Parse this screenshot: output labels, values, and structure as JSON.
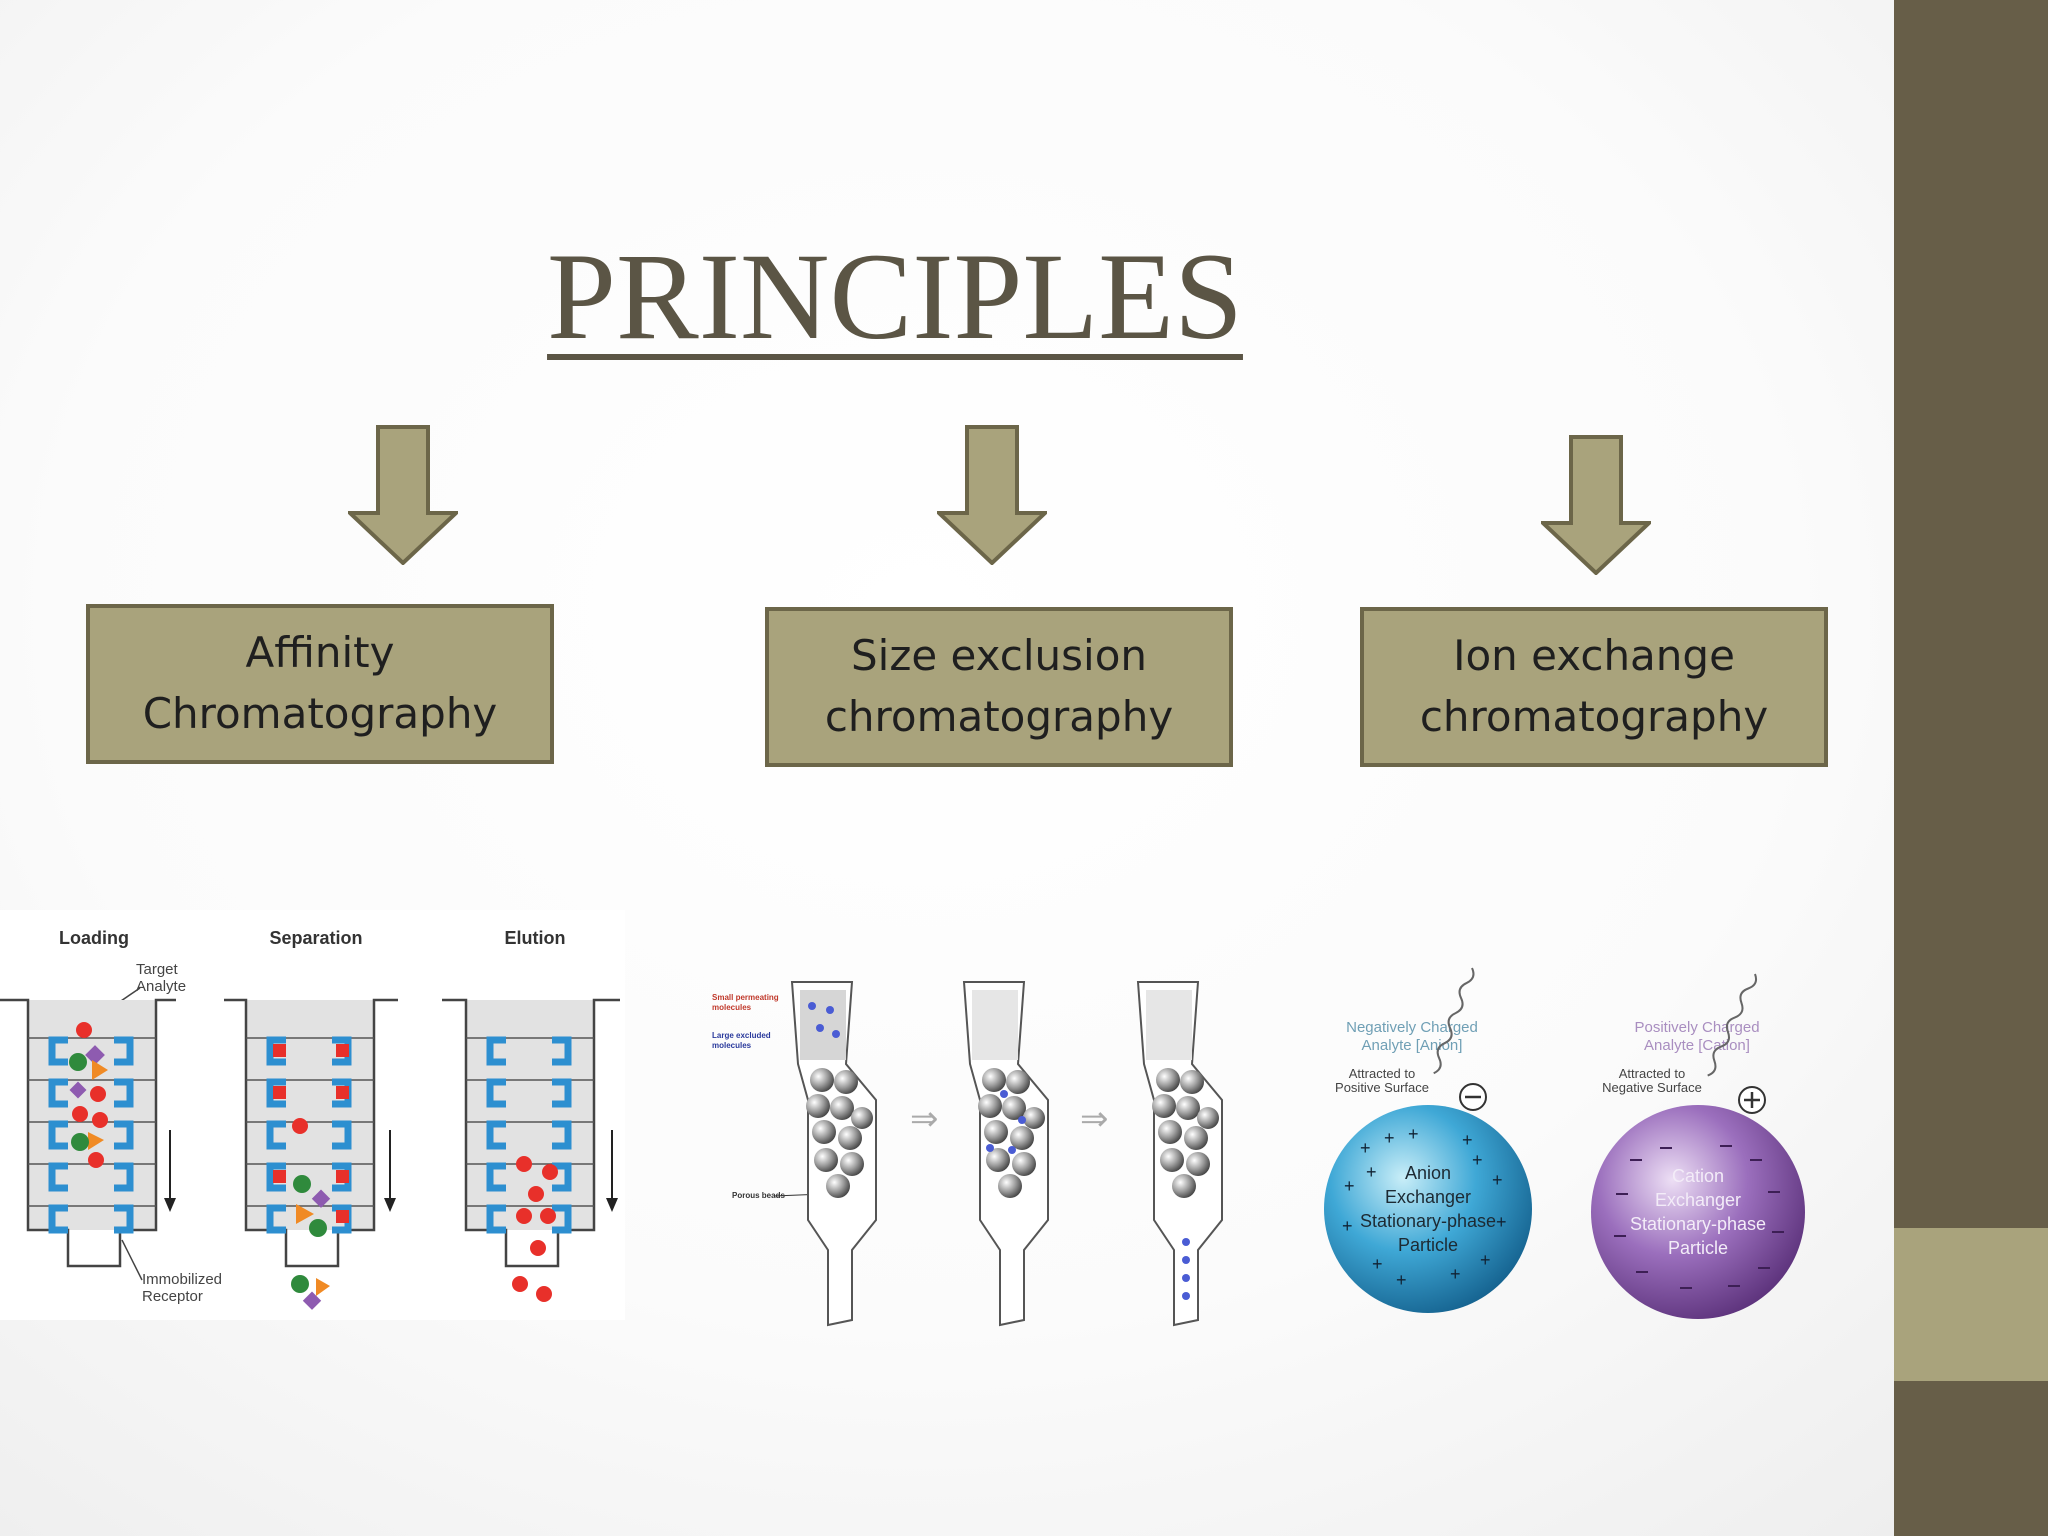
{
  "slide": {
    "title": "PRINCIPLES",
    "colors": {
      "sidebar": "#675e48",
      "accent": "#a9a37c",
      "box_border": "#6c6649",
      "title": "#5b5545"
    }
  },
  "boxes": [
    {
      "line1": "Affinity",
      "line2": "Chromatography"
    },
    {
      "line1": "Size exclusion",
      "line2": "chromatography"
    },
    {
      "line1": "Ion exchange",
      "line2": "chromatography"
    }
  ],
  "affinity": {
    "stages": [
      "Loading",
      "Separation",
      "Elution"
    ],
    "target_label_1": "Target",
    "target_label_2": "Analyte",
    "receptor_label_1": "Immobilized",
    "receptor_label_2": "Receptor"
  },
  "size_exclusion": {
    "small_label_1": "Small permeating",
    "small_label_2": "molecules",
    "large_label_1": "Large excluded",
    "large_label_2": "molecules",
    "beads_label": "Porous beads"
  },
  "ion_exchange": {
    "anion_heading_1": "Negatively Charged",
    "anion_heading_2": "Analyte [Anion]",
    "anion_attracted_1": "Attracted to",
    "anion_attracted_2": "Positive Surface",
    "anion_sphere": [
      "Anion",
      "Exchanger",
      "Stationary-phase",
      "Particle"
    ],
    "cation_heading_1": "Positively Charged",
    "cation_heading_2": "Analyte [Cation]",
    "cation_attracted_1": "Attracted to",
    "cation_attracted_2": "Negative Surface",
    "cation_sphere": [
      "Cation",
      "Exchanger",
      "Stationary-phase",
      "Particle"
    ]
  }
}
